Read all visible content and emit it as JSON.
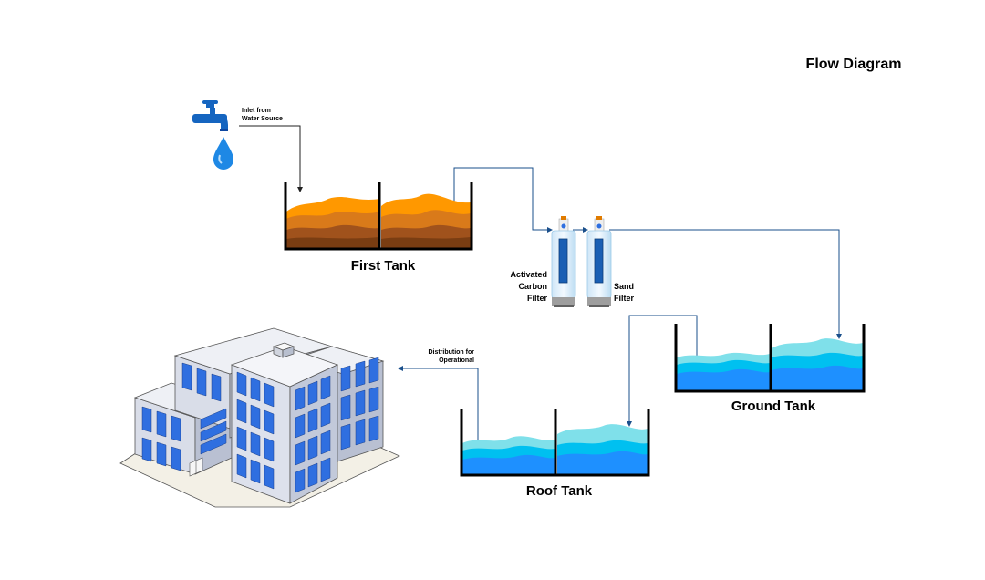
{
  "header": {
    "title": "Flow Diagram"
  },
  "labels": {
    "inlet_line1": "Inlet from",
    "inlet_line2": "Water Source",
    "first_tank": "First Tank",
    "carbon_line1": "Activated",
    "carbon_line2": "Carbon",
    "carbon_line3": "Filter",
    "sand_line1": "Sand",
    "sand_line2": "Filter",
    "ground_tank": "Ground Tank",
    "roof_tank": "Roof Tank",
    "distribution_line1": "Distribution for",
    "distribution_line2": "Operational"
  },
  "colors": {
    "dirty_dark": "#8b4513",
    "dirty_mid": "#c0631a",
    "dirty_light": "#ff9800",
    "water_dark": "#1e90ff",
    "water_mid": "#00c0f0",
    "water_light": "#7fe0ea",
    "flow_line": "#1a4f8b",
    "tap": "#1565c0",
    "building_window": "#2f6fe0"
  },
  "icons": {
    "tap": "water-tap-icon",
    "drop": "water-drop-icon",
    "building": "office-building-icon"
  }
}
